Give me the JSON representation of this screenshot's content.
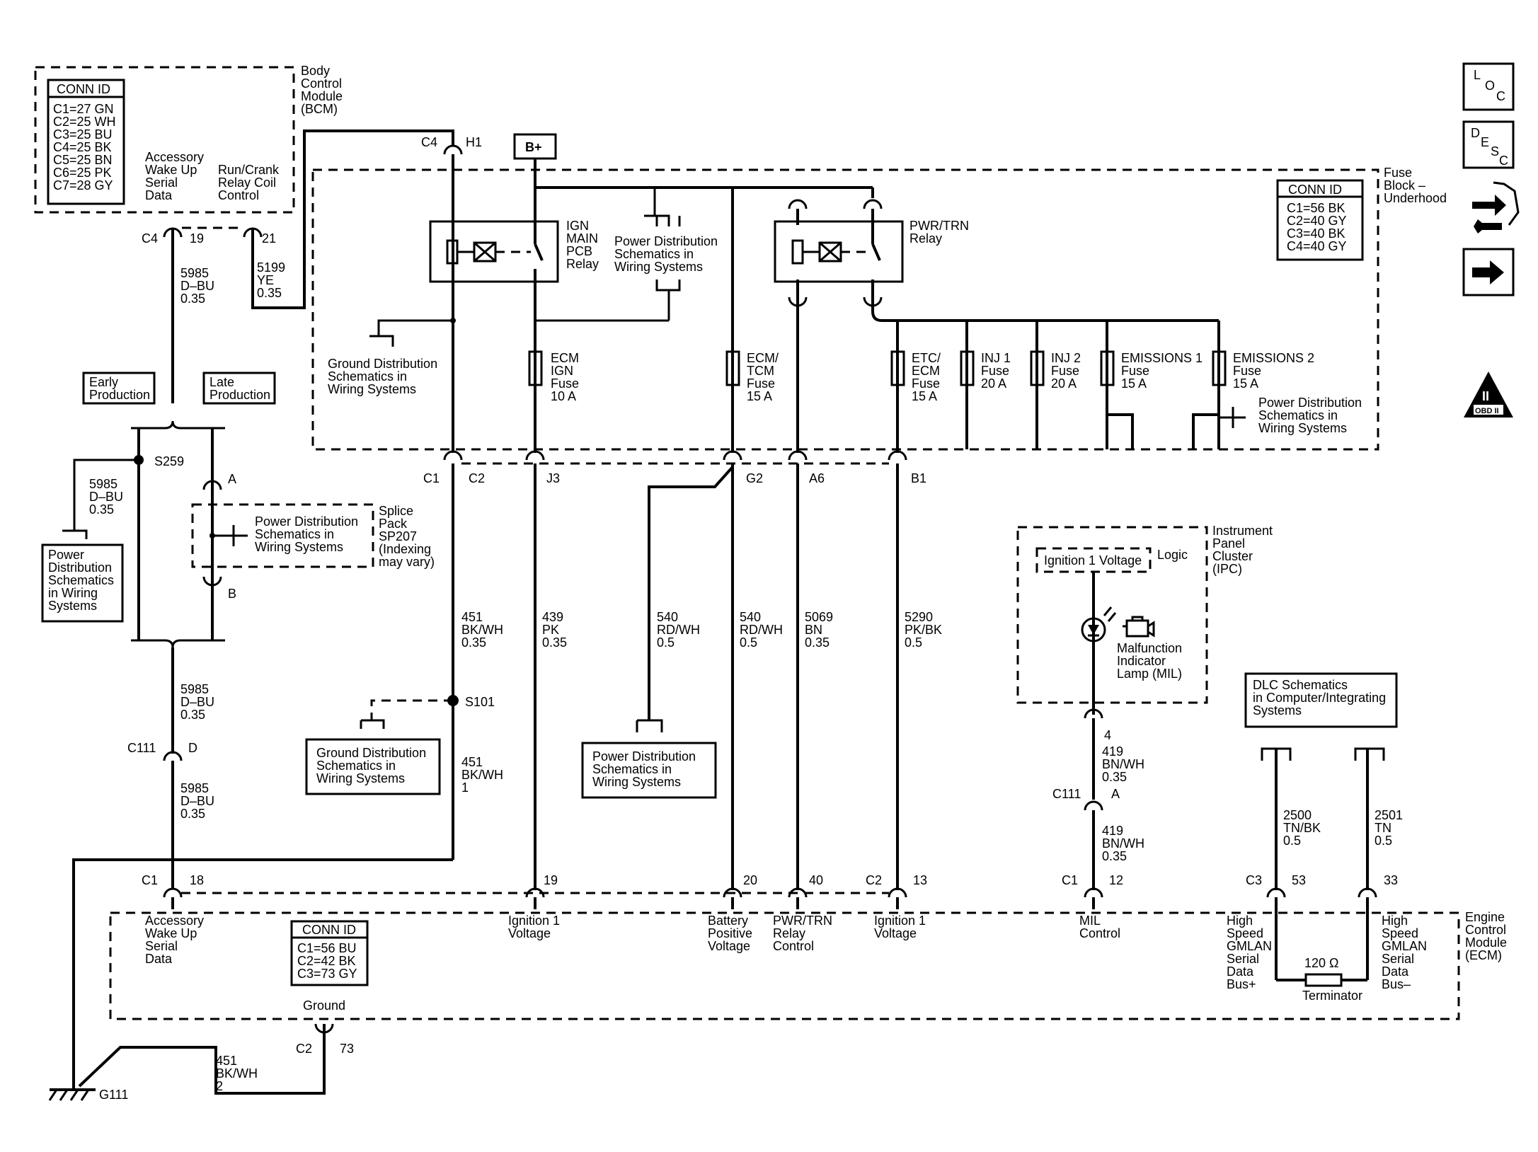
{
  "bcm": {
    "name": [
      "Body",
      "Control",
      "Module",
      "(BCM)"
    ],
    "conn_title": "CONN ID",
    "conn": [
      "C1=27 GN",
      "C2=25 WH",
      "C3=25 BU",
      "C4=25 BK",
      "C5=25 BN",
      "C6=25 PK",
      "C7=28 GY"
    ],
    "pin_acc": [
      "Accessory",
      "Wake Up",
      "Serial",
      "Data"
    ],
    "pin_run": [
      "Run/Crank",
      "Relay Coil",
      "Control"
    ],
    "c4": "C4",
    "p19": "19",
    "p21": "21"
  },
  "fuse_block": {
    "name": [
      "Fuse",
      "Block –",
      "Underhood"
    ],
    "conn_title": "CONN ID",
    "conn": [
      "C1=56 BK",
      "C2=40 GY",
      "C3=40 BK",
      "C4=40 GY"
    ],
    "bplus": "B+",
    "c4": "C4",
    "h1": "H1",
    "ign_relay": [
      "IGN",
      "MAIN",
      "PCB",
      "Relay"
    ],
    "pwr_relay": [
      "PWR/TRN",
      "Relay"
    ],
    "pd1": [
      "Power Distribution",
      "Schematics in",
      "Wiring Systems"
    ],
    "gd1": [
      "Ground Distribution",
      "Schematics in",
      "Wiring Systems"
    ],
    "pd2": [
      "Power Distribution",
      "Schematics in",
      "Wiring Systems"
    ],
    "fuses": [
      [
        "ECM",
        "IGN",
        "Fuse",
        "10 A"
      ],
      [
        "ECM/",
        "TCM",
        "Fuse",
        "15 A"
      ],
      [
        "ETC/",
        "ECM",
        "Fuse",
        "15 A"
      ],
      [
        "INJ 1",
        "Fuse",
        "20 A"
      ],
      [
        "INJ 2",
        "Fuse",
        "20 A"
      ],
      [
        "EMISSIONS 1",
        "Fuse",
        "15 A"
      ],
      [
        "EMISSIONS 2",
        "Fuse",
        "15 A"
      ]
    ],
    "pins": [
      "C1",
      "C2",
      "J3",
      "G2",
      "A6",
      "B1"
    ]
  },
  "wires": {
    "w5985a": [
      "5985",
      "D–BU",
      "0.35"
    ],
    "w5199": [
      "5199",
      "YE",
      "0.35"
    ],
    "w5985b": [
      "5985",
      "D–BU",
      "0.35"
    ],
    "w5985c": [
      "5985",
      "D–BU",
      "0.35"
    ],
    "w5985d": [
      "5985",
      "D–BU",
      "0.35"
    ],
    "w451a": [
      "451",
      "BK/WH",
      "0.35"
    ],
    "w451b": [
      "451",
      "BK/WH",
      "1"
    ],
    "w451c": [
      "451",
      "BK/WH",
      "2"
    ],
    "w439": [
      "439",
      "PK",
      "0.35"
    ],
    "w540a": [
      "540",
      "RD/WH",
      "0.5"
    ],
    "w540b": [
      "540",
      "RD/WH",
      "0.5"
    ],
    "w5069": [
      "5069",
      "BN",
      "0.35"
    ],
    "w5290": [
      "5290",
      "PK/BK",
      "0.5"
    ],
    "w419a": [
      "419",
      "BN/WH",
      "0.35"
    ],
    "w419b": [
      "419",
      "BN/WH",
      "0.35"
    ],
    "w2500": [
      "2500",
      "TN/BK",
      "0.5"
    ],
    "w2501": [
      "2501",
      "TN",
      "0.5"
    ]
  },
  "splice": {
    "early": [
      "Early",
      "Production"
    ],
    "late": [
      "Late",
      "Production"
    ],
    "s259": "S259",
    "s101": "S101",
    "a": "A",
    "b": "B",
    "pack": [
      "Splice",
      "Pack",
      "SP207",
      "(Indexing",
      "may vary)"
    ],
    "pd": [
      "Power Distribution",
      "Schematics in",
      "Wiring Systems"
    ],
    "pd_left": [
      "Power",
      "Distribution",
      "Schematics",
      "in Wiring",
      "Systems"
    ],
    "gd": [
      "Ground Distribution",
      "Schematics in",
      "Wiring Systems"
    ],
    "pd_mid": [
      "Power Distribution",
      "Schematics in",
      "Wiring Systems"
    ],
    "c111": "C111",
    "d": "D"
  },
  "ipc": {
    "name": [
      "Instrument",
      "Panel",
      "Cluster",
      "(IPC)"
    ],
    "ign": "Ignition 1 Voltage",
    "logic": "Logic",
    "mil": [
      "Malfunction",
      "Indicator",
      "Lamp (MIL)"
    ],
    "p4": "4",
    "c111": "C111",
    "a": "A"
  },
  "dlc": [
    "DLC Schematics",
    "in Computer/Integrating",
    "Systems"
  ],
  "ecm": {
    "name": [
      "Engine",
      "Control",
      "Module",
      "(ECM)"
    ],
    "conn_title": "CONN ID",
    "conn": [
      "C1=56 BU",
      "C2=42 BK",
      "C3=73 GY"
    ],
    "c1": "C1",
    "p18": "18",
    "p19": "19",
    "p20": "20",
    "p40": "40",
    "c2": "C2",
    "p13": "13",
    "c1b": "C1",
    "p12": "12",
    "c3": "C3",
    "p53": "53",
    "p33": "33",
    "c2g": "C2",
    "p73": "73",
    "acc": [
      "Accessory",
      "Wake Up",
      "Serial",
      "Data"
    ],
    "ign1": [
      "Ignition 1",
      "Voltage"
    ],
    "batt": [
      "Battery",
      "Positive",
      "Voltage"
    ],
    "pwr": [
      "PWR/TRN",
      "Relay",
      "Control"
    ],
    "ign2": [
      "Ignition 1",
      "Voltage"
    ],
    "mil": [
      "MIL",
      "Control"
    ],
    "hs_plus": [
      "High",
      "Speed",
      "GMLAN",
      "Serial",
      "Data",
      "Bus+"
    ],
    "hs_minus": [
      "High",
      "Speed",
      "GMLAN",
      "Serial",
      "Data",
      "Bus–"
    ],
    "ground": "Ground",
    "term_val": "120 Ω",
    "term": "Terminator"
  },
  "g111": "G111",
  "icons": {
    "loc": [
      "L",
      "O",
      "C"
    ],
    "desc": [
      "D",
      "E",
      "S",
      "C"
    ],
    "obd": [
      "II",
      "OBD II"
    ]
  }
}
